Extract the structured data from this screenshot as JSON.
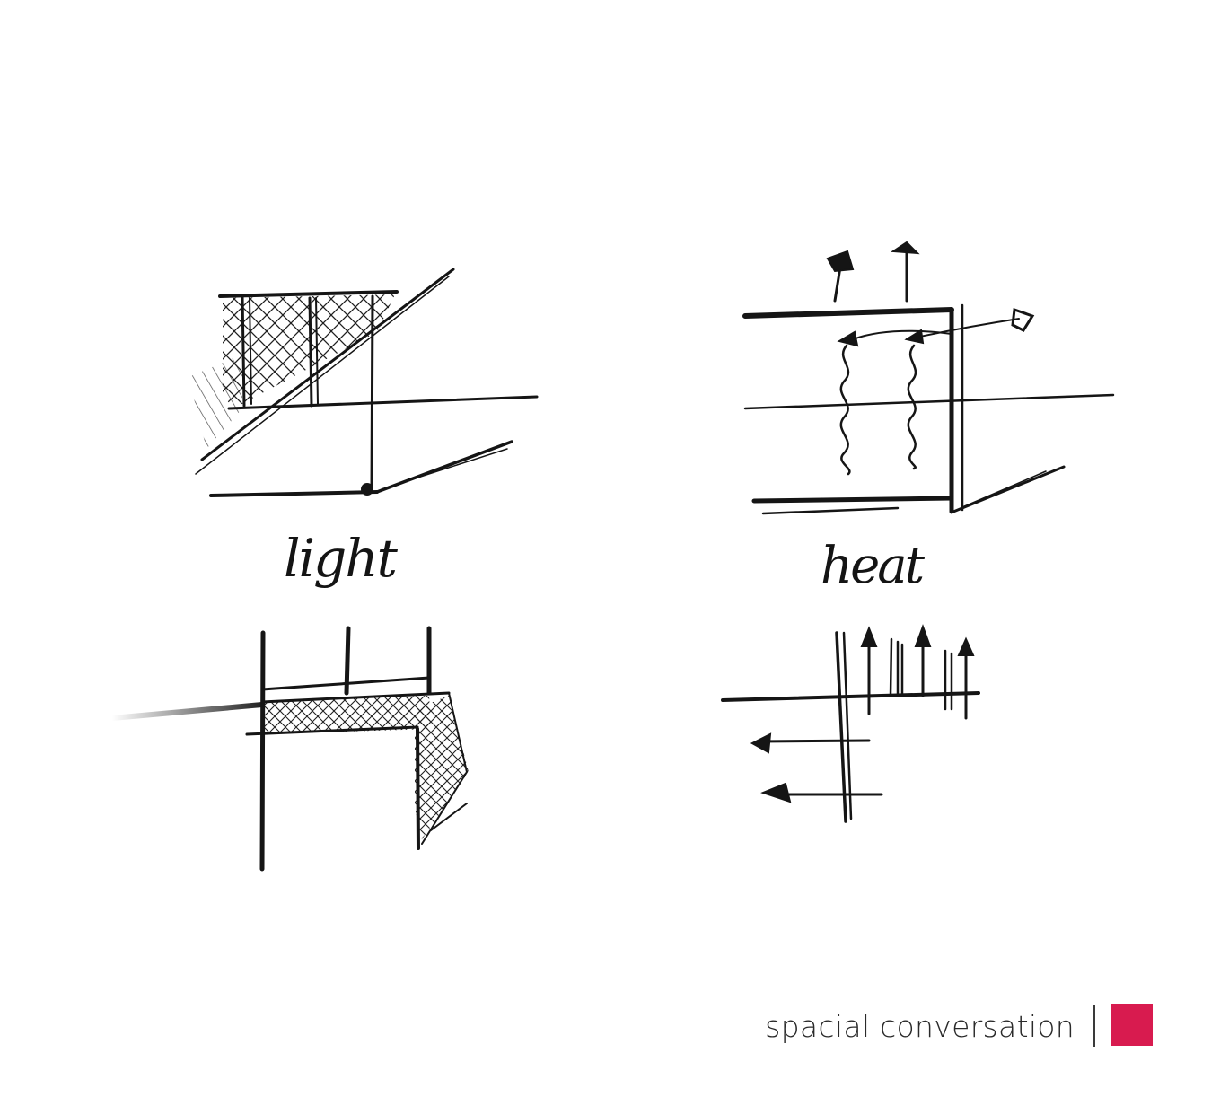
{
  "labels": {
    "light": "light",
    "heat": "heat"
  },
  "footer": {
    "title": "spacial conversation",
    "accent_color": "#d81b4f"
  },
  "colors": {
    "ink": "#141414",
    "background": "#ffffff"
  }
}
